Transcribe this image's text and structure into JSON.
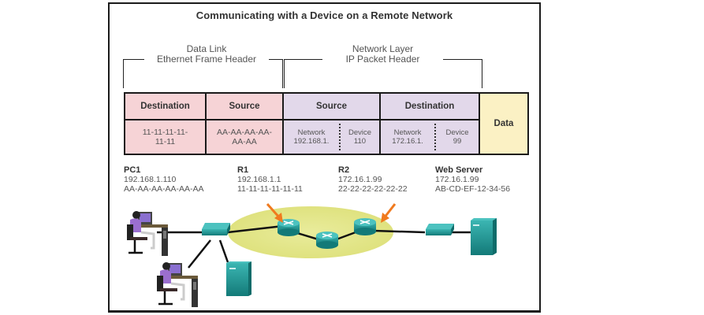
{
  "title": "Communicating with a Device on a Remote Network",
  "headers": {
    "data_link": {
      "line1": "Data Link",
      "line2": "Ethernet Frame Header"
    },
    "network_layer": {
      "line1": "Network Layer",
      "line2": "IP Packet Header"
    }
  },
  "frame": {
    "eth_destination": {
      "label": "Destination",
      "value_line1": "11-11-11-11-",
      "value_line2": "11-11"
    },
    "eth_source": {
      "label": "Source",
      "value_line1": "AA-AA-AA-AA-",
      "value_line2": "AA-AA"
    },
    "ip_source": {
      "label": "Source",
      "network_label": "Network",
      "network_value": "192.168.1.",
      "device_label": "Device",
      "device_value": "110"
    },
    "ip_destination": {
      "label": "Destination",
      "network_label": "Network",
      "network_value": "172.16.1.",
      "device_label": "Device",
      "device_value": "99"
    },
    "data": {
      "label": "Data"
    }
  },
  "devices": {
    "pc1": {
      "name": "PC1",
      "ip": "192.168.1.110",
      "mac": "AA-AA-AA-AA-AA-AA"
    },
    "r1": {
      "name": "R1",
      "ip": "192.168.1.1",
      "mac": "11-11-11-11-11-11"
    },
    "r2": {
      "name": "R2",
      "ip": "172.16.1.99",
      "mac": "22-22-22-22-22-22"
    },
    "web_server": {
      "name": "Web Server",
      "ip": "172.16.1.99",
      "mac": "AB-CD-EF-12-34-56"
    }
  },
  "colors": {
    "ethernet_fill": "#f6d3d6",
    "ip_fill": "#e2d8ea",
    "data_fill": "#fbf1c4",
    "device_teal": "#1e9a97",
    "cloud_fill": "#e3e68a",
    "arrow_orange": "#f07a1e",
    "person_purple": "#9b6fcf"
  }
}
